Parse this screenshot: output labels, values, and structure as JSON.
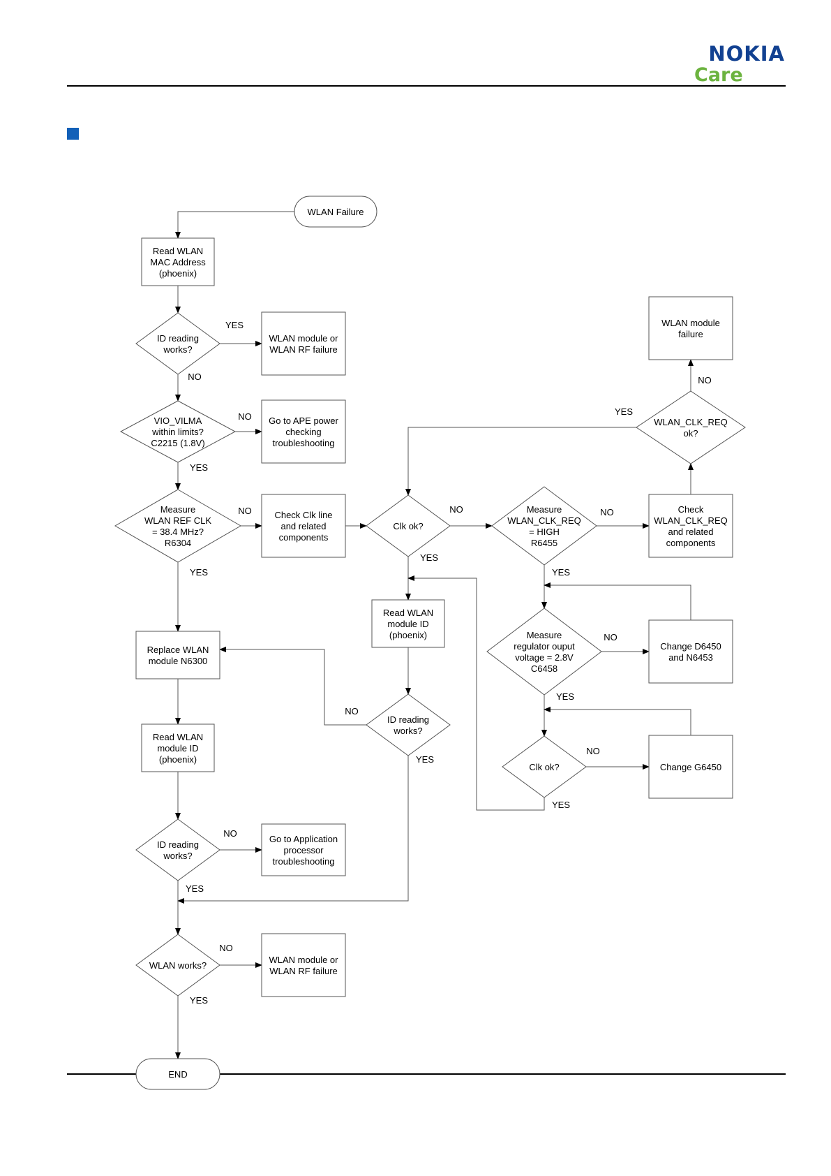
{
  "brand": {
    "name": "NOKIA",
    "sub": "Care",
    "color": "#124191",
    "sub_color": "#6cb33f"
  },
  "bullet_color": "#1260b8",
  "diagram": {
    "nodes": [
      {
        "id": "start",
        "shape": "terminal",
        "lines": [
          "WLAN Failure"
        ]
      },
      {
        "id": "read_mac",
        "shape": "box",
        "lines": [
          "Read WLAN",
          "MAC Address",
          "(phoenix)"
        ]
      },
      {
        "id": "id_reading_1",
        "shape": "diamond",
        "lines": [
          "ID reading",
          "works?"
        ]
      },
      {
        "id": "rf_failure_1",
        "shape": "box",
        "lines": [
          "WLAN module or",
          "WLAN RF failure"
        ]
      },
      {
        "id": "vio_vilma",
        "shape": "diamond",
        "lines": [
          "VIO_VILMA",
          "within limits?",
          "C2215 (1.8V)"
        ]
      },
      {
        "id": "ape_power",
        "shape": "box",
        "lines": [
          "Go to APE power",
          "checking",
          "troubleshooting"
        ]
      },
      {
        "id": "measure_ref_clk",
        "shape": "diamond",
        "lines": [
          "Measure",
          "WLAN REF CLK",
          "= 38.4 MHz?",
          "R6304"
        ]
      },
      {
        "id": "check_clk_line",
        "shape": "box",
        "lines": [
          "Check Clk line",
          "and related",
          "components"
        ]
      },
      {
        "id": "clk_ok_1",
        "shape": "diamond",
        "lines": [
          "Clk ok?"
        ]
      },
      {
        "id": "measure_clk_req",
        "shape": "diamond",
        "lines": [
          "Measure",
          "WLAN_CLK_REQ",
          "= HIGH",
          "R6455"
        ]
      },
      {
        "id": "check_clk_req",
        "shape": "box",
        "lines": [
          "Check",
          "WLAN_CLK_REQ",
          "and related",
          "components"
        ]
      },
      {
        "id": "clk_req_ok",
        "shape": "diamond",
        "lines": [
          "WLAN_CLK_REQ",
          "ok?"
        ]
      },
      {
        "id": "module_failure",
        "shape": "box",
        "lines": [
          "WLAN module",
          "failure"
        ]
      },
      {
        "id": "read_module_id_2",
        "shape": "box",
        "lines": [
          "Read WLAN",
          "module ID",
          "(phoenix)"
        ]
      },
      {
        "id": "measure_reg",
        "shape": "diamond",
        "lines": [
          "Measure",
          "regulator ouput",
          "voltage = 2.8V",
          "C6458"
        ]
      },
      {
        "id": "change_d6450",
        "shape": "box",
        "lines": [
          "Change D6450",
          "and N6453"
        ]
      },
      {
        "id": "replace_module",
        "shape": "box",
        "lines": [
          "Replace WLAN",
          "module N6300"
        ]
      },
      {
        "id": "id_reading_2",
        "shape": "diamond",
        "lines": [
          "ID reading",
          "works?"
        ]
      },
      {
        "id": "clk_ok_2",
        "shape": "diamond",
        "lines": [
          "Clk ok?"
        ]
      },
      {
        "id": "change_g6450",
        "shape": "box",
        "lines": [
          "Change G6450"
        ]
      },
      {
        "id": "read_module_id_1",
        "shape": "box",
        "lines": [
          "Read WLAN",
          "module ID",
          "(phoenix)"
        ]
      },
      {
        "id": "id_reading_3",
        "shape": "diamond",
        "lines": [
          "ID reading",
          "works?"
        ]
      },
      {
        "id": "app_processor",
        "shape": "box",
        "lines": [
          "Go to Application",
          "processor",
          "troubleshooting"
        ]
      },
      {
        "id": "wlan_works",
        "shape": "diamond",
        "lines": [
          "WLAN works?"
        ]
      },
      {
        "id": "rf_failure_2",
        "shape": "box",
        "lines": [
          "WLAN module or",
          "WLAN RF failure"
        ]
      },
      {
        "id": "end",
        "shape": "terminal",
        "lines": [
          "END"
        ]
      }
    ],
    "edge_labels": [
      {
        "id": "id1_yes",
        "text": "YES"
      },
      {
        "id": "id1_no",
        "text": "NO"
      },
      {
        "id": "vio_no",
        "text": "NO"
      },
      {
        "id": "vio_yes",
        "text": "YES"
      },
      {
        "id": "ref_no",
        "text": "NO"
      },
      {
        "id": "ref_yes",
        "text": "YES"
      },
      {
        "id": "clk1_no",
        "text": "NO"
      },
      {
        "id": "clk1_yes",
        "text": "YES"
      },
      {
        "id": "req_no",
        "text": "NO"
      },
      {
        "id": "req_yes",
        "text": "YES"
      },
      {
        "id": "reqok_yes",
        "text": "YES"
      },
      {
        "id": "reqok_no",
        "text": "NO"
      },
      {
        "id": "reg_no",
        "text": "NO"
      },
      {
        "id": "reg_yes",
        "text": "YES"
      },
      {
        "id": "id2_no",
        "text": "NO"
      },
      {
        "id": "id2_yes",
        "text": "YES"
      },
      {
        "id": "clk2_no",
        "text": "NO"
      },
      {
        "id": "clk2_yes",
        "text": "YES"
      },
      {
        "id": "id3_no",
        "text": "NO"
      },
      {
        "id": "id3_yes",
        "text": "YES"
      },
      {
        "id": "works_no",
        "text": "NO"
      },
      {
        "id": "works_yes",
        "text": "YES"
      }
    ]
  }
}
